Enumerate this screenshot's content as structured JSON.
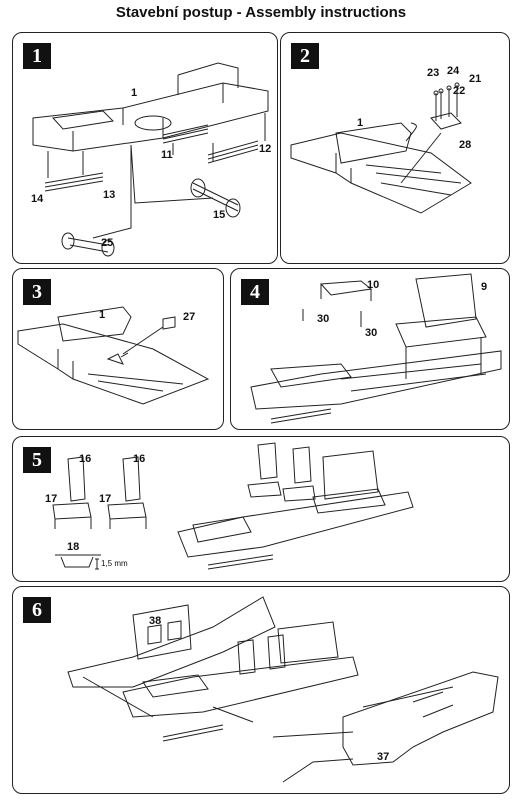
{
  "header": {
    "title": "Stavební postup - Assembly instructions"
  },
  "steps": [
    {
      "number": "1",
      "labels": [
        "1",
        "11",
        "12",
        "13",
        "14",
        "15",
        "25"
      ]
    },
    {
      "number": "2",
      "labels": [
        "1",
        "23",
        "24",
        "21",
        "22",
        "28"
      ]
    },
    {
      "number": "3",
      "labels": [
        "1",
        "27"
      ]
    },
    {
      "number": "4",
      "labels": [
        "10",
        "9",
        "30",
        "30"
      ]
    },
    {
      "number": "5",
      "labels": [
        "16",
        "16",
        "17",
        "17",
        "18"
      ],
      "dimension": "1,5 mm"
    },
    {
      "number": "6",
      "labels": [
        "38",
        "37"
      ]
    }
  ]
}
